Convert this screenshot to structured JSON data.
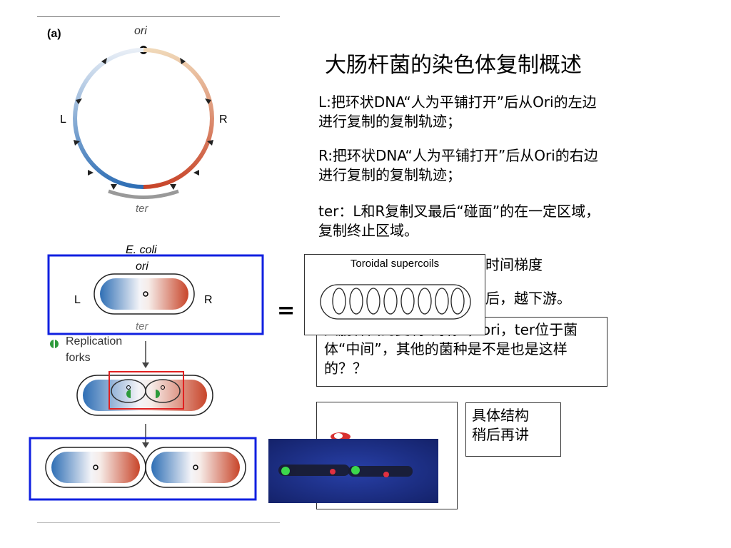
{
  "diagram_a": {
    "panel_label": "(a)",
    "ori": "ori",
    "left": "L",
    "right": "R",
    "ter": "ter"
  },
  "diagram_b": {
    "species": "E. coli",
    "ori": "ori",
    "left": "L",
    "right": "R",
    "ter": "ter",
    "replication_forks": "Replication\nforks"
  },
  "equals_sign": "=",
  "toroidal_label": "Toroidal supercoils",
  "title": "大肠杆菌的染色体复制概述",
  "para_L": "L:把环状DNA“人为平铺打开”后从Ori的左边进行复制的复制轨迹；",
  "para_R": "R:把环状DNA“人为平铺打开”后从Ori的右边进行复制的复制轨迹；",
  "para_ter": "ter：L和R复制叉最后“碰面”的在一定区域，复制终止区域。",
  "para_partial_1": "时间梯度",
  "para_partial_2": "后，越下游。",
  "note_symmetry": "大肠杆菌的复制“对称”，ori，ter位于菌体“中间”，其他的菌种是不是也是这样的？？",
  "note_structure": "具体结构稍后再讲",
  "colors": {
    "blue": "#2f6fb5",
    "red": "#c8452a",
    "frame_blue": "#1020e0",
    "frame_red": "#e02020",
    "photo_bg": "#1c2f8a"
  }
}
